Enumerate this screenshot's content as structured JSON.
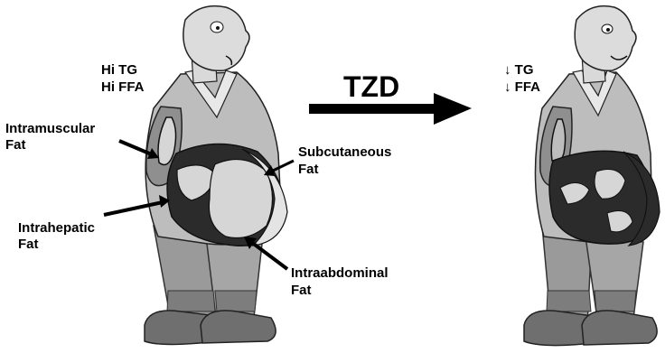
{
  "left_figure": {
    "levels": [
      "Hi TG",
      "Hi FFA"
    ],
    "labels": {
      "intramuscular": [
        "Intramuscular",
        "Fat"
      ],
      "intrahepatic": [
        "Intrahepatic",
        "Fat"
      ],
      "subcutaneous": [
        "Subcutaneous",
        "Fat"
      ],
      "intraabdominal": [
        "Intraabdominal",
        "Fat"
      ]
    }
  },
  "treatment": {
    "label": "TZD"
  },
  "right_figure": {
    "levels": [
      "↓ TG",
      "↓ FFA"
    ]
  },
  "colors": {
    "figure_light": "#d6d6d6",
    "figure_mid": "#8f8f8f",
    "figure_dark": "#2b2b2b",
    "stroke": "#111111"
  }
}
